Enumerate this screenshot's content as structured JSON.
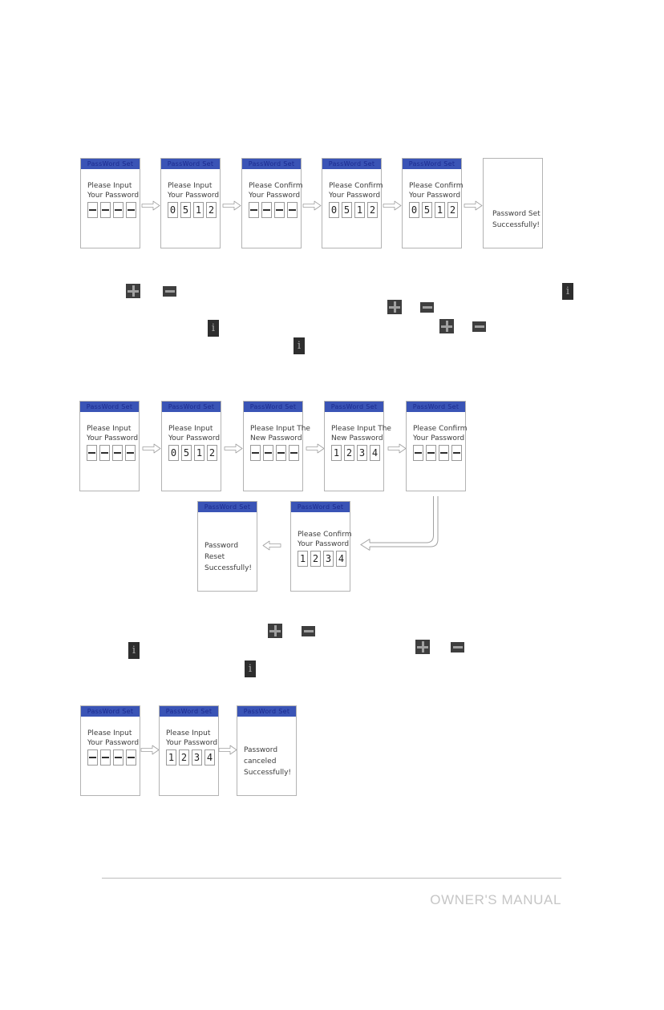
{
  "screen_title": "PassWord Set",
  "footer": {
    "label": "OWNER'S MANUAL"
  },
  "icons": {
    "plus": "+",
    "minus": "−",
    "set_i": "i"
  },
  "colors": {
    "title_bar": "#3a54b6",
    "title_text": "#1b2a8f",
    "screen_border": "#b3b3b3",
    "button_bg": "#3e3e3e",
    "button_glyph": "#a0a0a0",
    "footer_text": "#c6c6c6"
  },
  "flows": {
    "row1": {
      "screens": [
        {
          "line1": "Please Input",
          "line2": "Your Password",
          "cells": [
            "-",
            "-",
            "-",
            "-"
          ]
        },
        {
          "line1": "Please Input",
          "line2": "Your Password",
          "cells": [
            "0",
            "5",
            "1",
            "2"
          ]
        },
        {
          "line1": "Please Confirm",
          "line2": "Your Password",
          "cells": [
            "-",
            "-",
            "-",
            "-"
          ]
        },
        {
          "line1": "Please Confirm",
          "line2": "Your Password",
          "cells": [
            "0",
            "5",
            "1",
            "2"
          ]
        },
        {
          "line1": "Please Confirm",
          "line2": "Your Password",
          "cells": [
            "0",
            "5",
            "1",
            "2"
          ]
        },
        {
          "message": [
            "Password Set",
            "Successfully!"
          ]
        }
      ]
    },
    "row2": {
      "screens": [
        {
          "line1": "Please Input",
          "line2": "Your Password",
          "cells": [
            "-",
            "-",
            "-",
            "-"
          ]
        },
        {
          "line1": "Please Input",
          "line2": "Your Password",
          "cells": [
            "0",
            "5",
            "1",
            "2"
          ]
        },
        {
          "line1": "Please Input The",
          "line2": "New Password",
          "cells": [
            "-",
            "-",
            "-",
            "-"
          ]
        },
        {
          "line1": "Please Input The",
          "line2": "New Password",
          "cells": [
            "1",
            "2",
            "3",
            "4"
          ]
        },
        {
          "line1": "Please Confirm",
          "line2": "Your Password",
          "cells": [
            "-",
            "-",
            "-",
            "-"
          ]
        }
      ]
    },
    "row2b": {
      "screens": [
        {
          "message": [
            "Password",
            "Reset",
            "Successfully!"
          ]
        },
        {
          "line1": "Please Confirm",
          "line2": "Your Password",
          "cells": [
            "1",
            "2",
            "3",
            "4"
          ]
        }
      ]
    },
    "row3": {
      "screens": [
        {
          "line1": "Please Input",
          "line2": "Your Password",
          "cells": [
            "-",
            "-",
            "-",
            "-"
          ]
        },
        {
          "line1": "Please Input",
          "line2": "Your Password",
          "cells": [
            "1",
            "2",
            "3",
            "4"
          ]
        },
        {
          "message": [
            "Password",
            "canceled",
            "Successfully!"
          ]
        }
      ]
    }
  }
}
